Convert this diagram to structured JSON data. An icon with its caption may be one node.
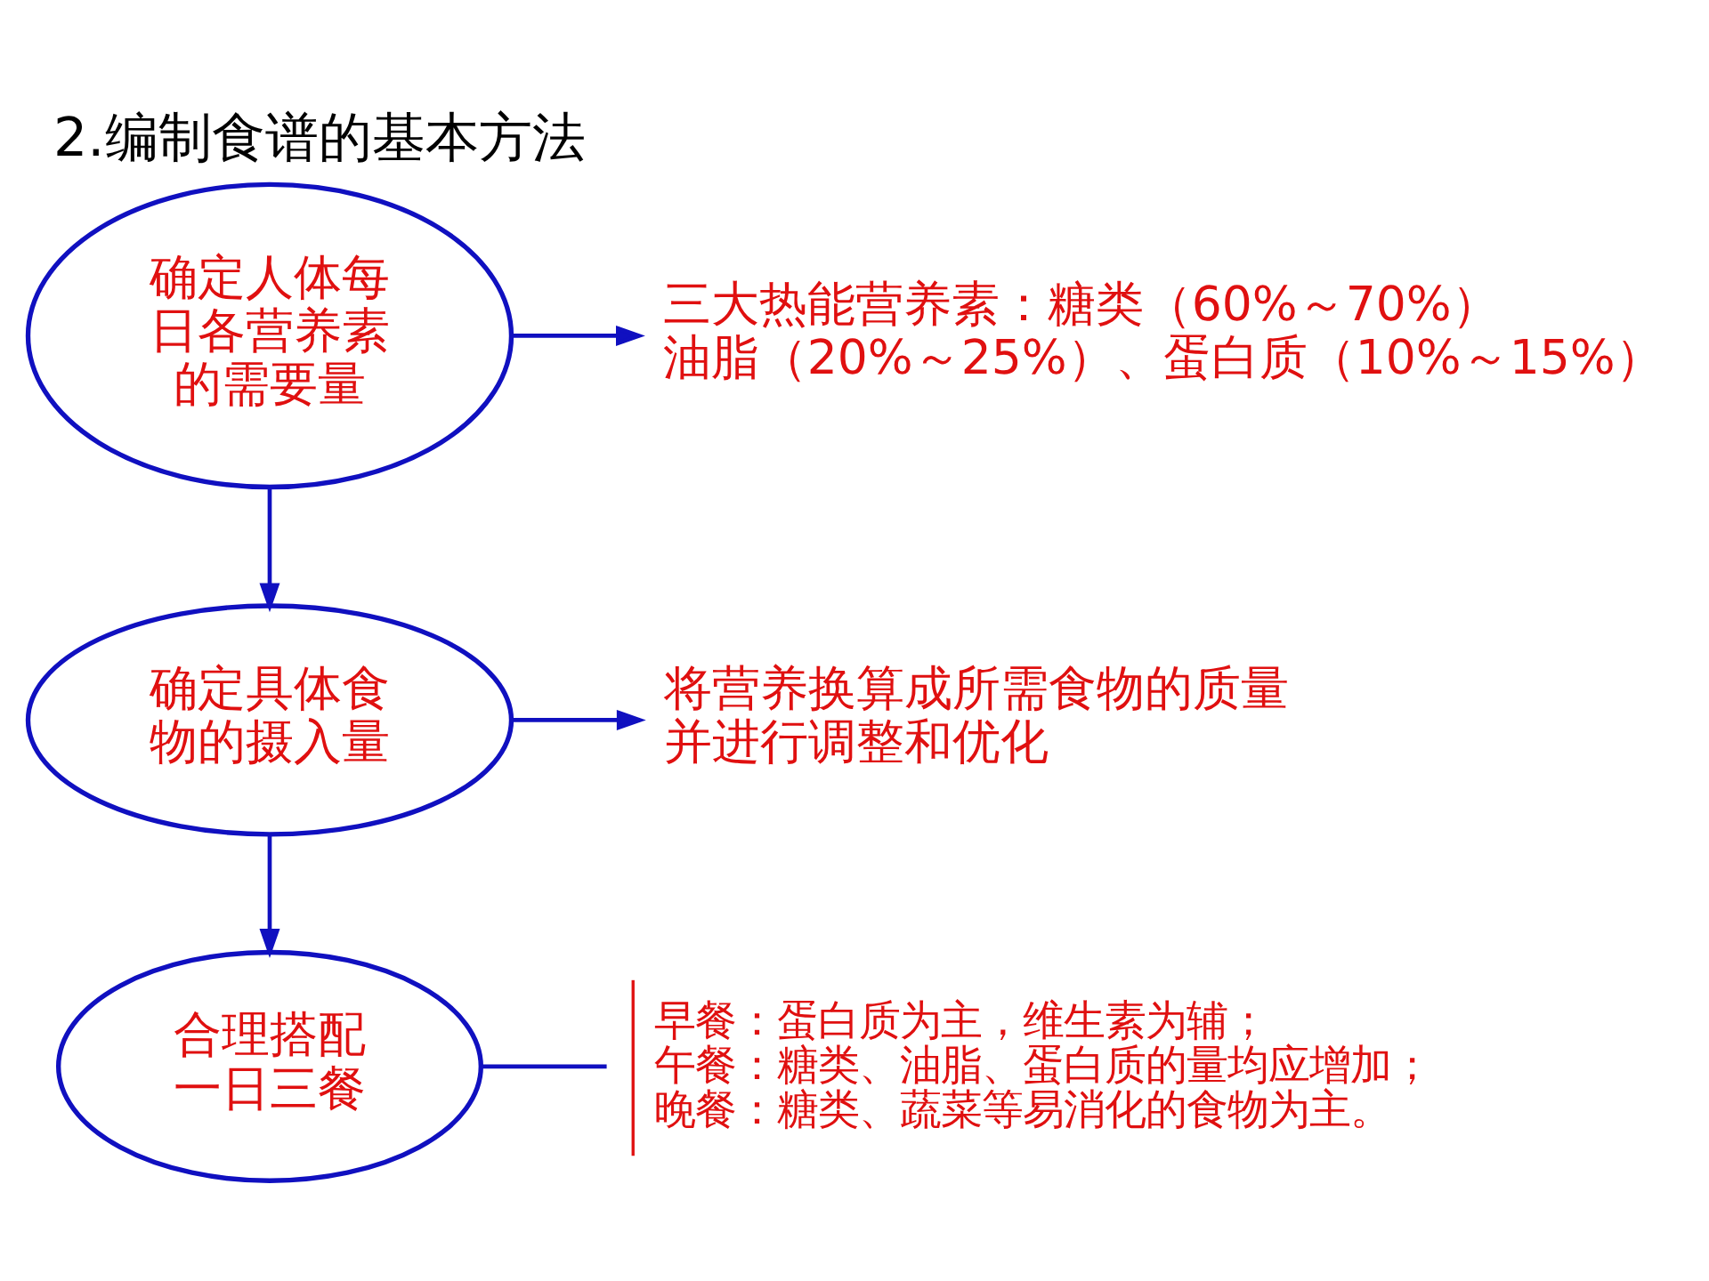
{
  "diagram": {
    "title": "2.编制食谱的基本方法",
    "nodes": [
      {
        "text": [
          "确定人体每日各营养素的需要量"
        ]
      },
      {
        "text": [
          "三大热能营养素：糖类（60%～70%）",
          "油脂（20%～25%）、蛋白质（10%～15%）"
        ]
      },
      {
        "text": [
          "确定具体食物的摄入量"
        ]
      },
      {
        "text": [
          "将营养换算成所需食物的质量",
          "并进行调整和优化"
        ]
      },
      {
        "text": [
          "合理搭配一日三餐"
        ]
      },
      {
        "text": [
          "早餐：蛋白质为主，维生素为辅；",
          "午餐：糖类、油脂、蛋白质的量均应增加；",
          "晚餐：糖类、蔬菜等易消化的食物为主。"
        ]
      }
    ],
    "edges": [
      {
        "from": 0,
        "to": 1,
        "arrow": "to"
      },
      {
        "from": 0,
        "to": 2,
        "arrow": "to"
      },
      {
        "from": 2,
        "to": 3,
        "arrow": "to"
      },
      {
        "from": 2,
        "to": 4,
        "arrow": "to"
      },
      {
        "from": 4,
        "to": 5,
        "arrow": "none"
      }
    ]
  }
}
